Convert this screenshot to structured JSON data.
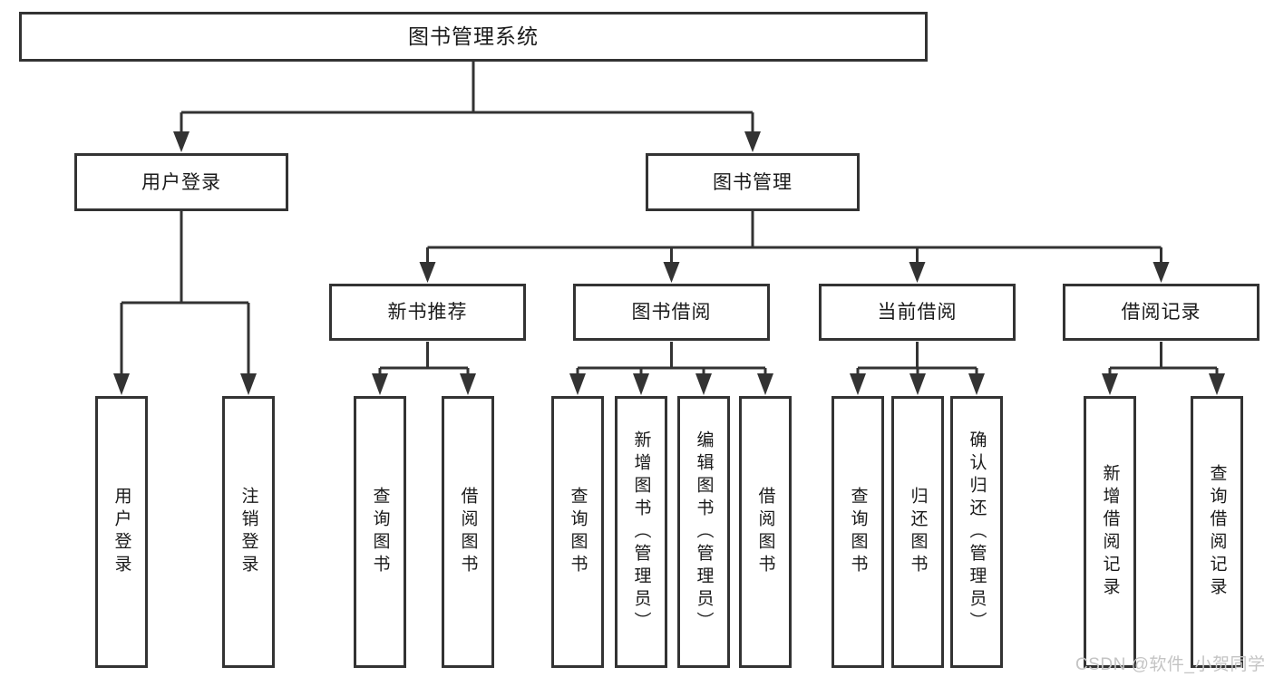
{
  "colors": {
    "line": "#333333",
    "box_border": "#333333",
    "box_fill": "#ffffff",
    "text": "#1a1a1a",
    "watermark_text": "#c4c4c4",
    "background": "#ffffff"
  },
  "watermark": {
    "text": "CSDN @软件_小贺同学"
  },
  "tree": {
    "root": {
      "label": "图书管理系统"
    },
    "branches": [
      {
        "label": "用户登录",
        "children": [
          {
            "label": "用户登录"
          },
          {
            "label": "注销登录"
          }
        ]
      },
      {
        "label": "图书管理",
        "children": [
          {
            "label": "新书推荐",
            "children": [
              {
                "label": "查询图书"
              },
              {
                "label": "借阅图书"
              }
            ]
          },
          {
            "label": "图书借阅",
            "children": [
              {
                "label": "查询图书"
              },
              {
                "label": "新增图书（管理员）"
              },
              {
                "label": "编辑图书（管理员）"
              },
              {
                "label": "借阅图书"
              }
            ]
          },
          {
            "label": "当前借阅",
            "children": [
              {
                "label": "查询图书"
              },
              {
                "label": "归还图书"
              },
              {
                "label": "确认归还（管理员）"
              }
            ]
          },
          {
            "label": "借阅记录",
            "children": [
              {
                "label": "新增借阅记录"
              },
              {
                "label": "查询借阅记录"
              }
            ]
          }
        ]
      }
    ]
  }
}
